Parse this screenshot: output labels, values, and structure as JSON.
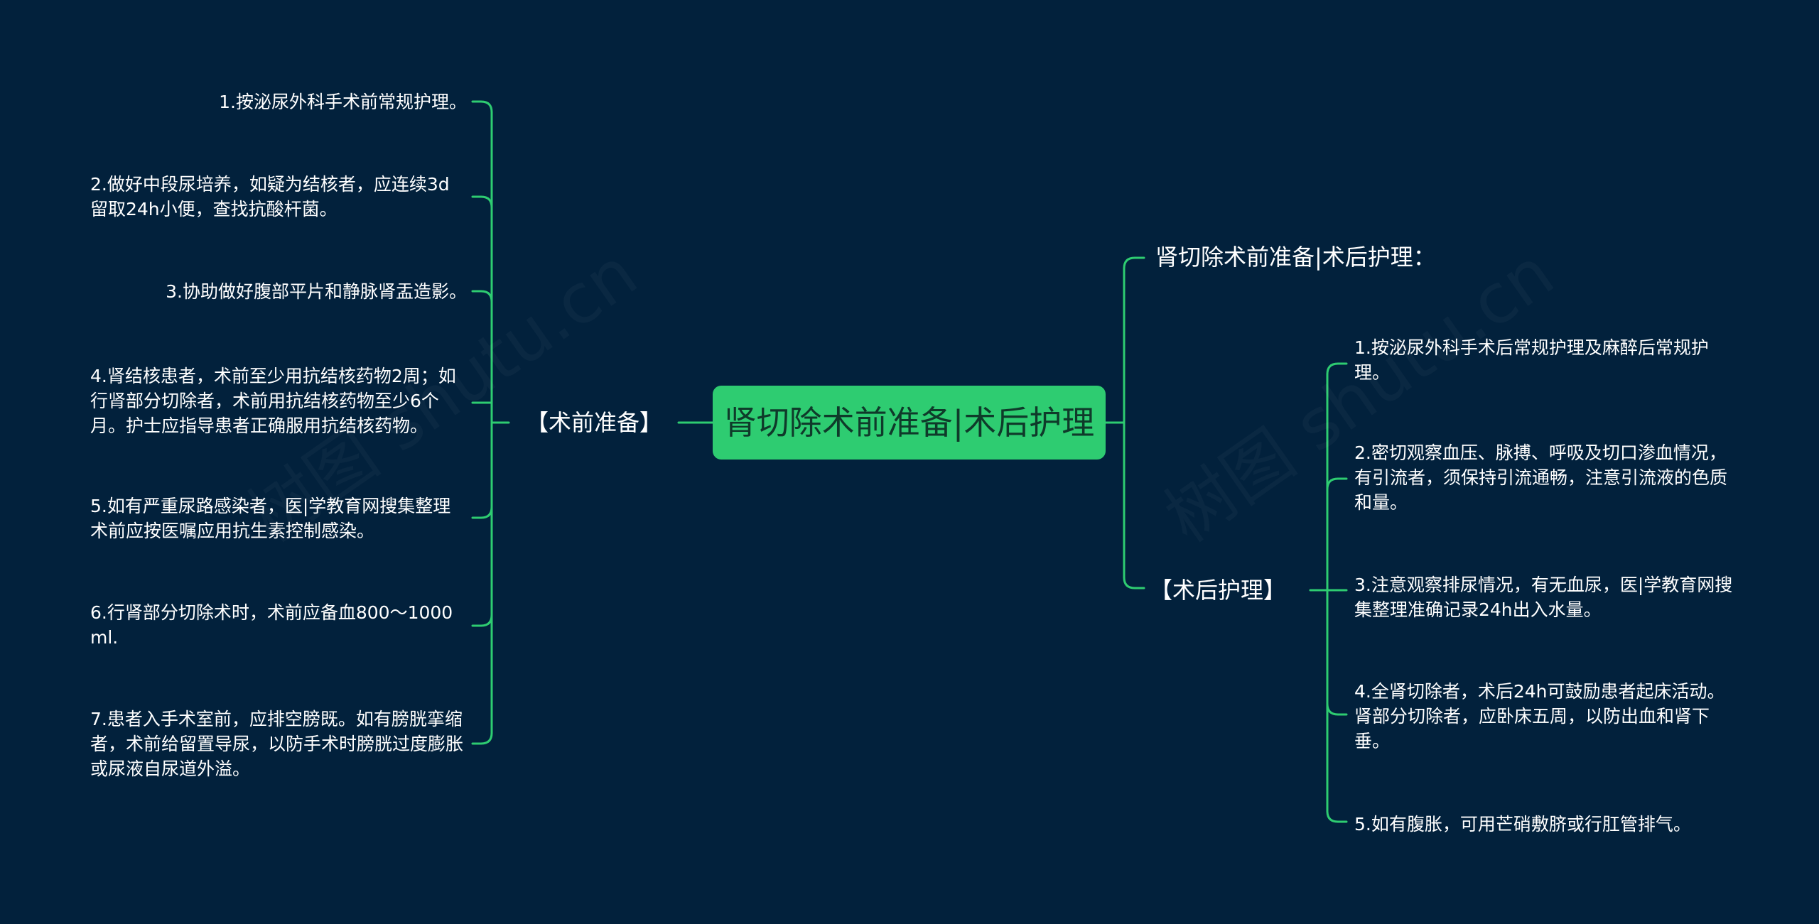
{
  "mindmap": {
    "root": "肾切除术前准备|术后护理",
    "accent_color": "#2ecc71",
    "background_color": "#02213c",
    "left_branch": {
      "label": "【术前准备】",
      "items": [
        "1.按泌尿外科手术前常规护理。",
        "2.做好中段尿培养，如疑为结核者，应连续3d留取24h小便，查找抗酸杆菌。",
        "3.协助做好腹部平片和静脉肾盂造影。",
        "4.肾结核患者，术前至少用抗结核药物2周；如行肾部分切除者，术前用抗结核药物至少6个月。护士应指导患者正确服用抗结核药物。",
        "5.如有严重尿路感染者，医|学教育网搜集整理术前应按医嘱应用抗生素控制感染。",
        "6.行肾部分切除术时，术前应备血800～1000ml.",
        "7.患者入手术室前，应排空膀既。如有膀胱挛缩者，术前给留置导尿，以防手术时膀胱过度膨胀或尿液自尿道外溢。"
      ]
    },
    "right_branches": {
      "intro_label": "肾切除术前准备|术后护理：",
      "post_label": "【术后护理】",
      "post_items": [
        "1.按泌尿外科手术后常规护理及麻醉后常规护理。",
        "2.密切观察血压、脉搏、呼吸及切口渗血情况，有引流者，须保持引流通畅，注意引流液的色质和量。",
        "3.注意观察排尿情况，有无血尿，医|学教育网搜集整理准确记录24h出入水量。",
        "4.全肾切除者，术后24h可鼓励患者起床活动。肾部分切除者，应卧床五周，以防出血和肾下垂。",
        "5.如有腹胀，可用芒硝敷脐或行肛管排气。"
      ]
    },
    "watermarks": [
      "树图 shutu.cn",
      "树图 shutu.cn"
    ]
  }
}
